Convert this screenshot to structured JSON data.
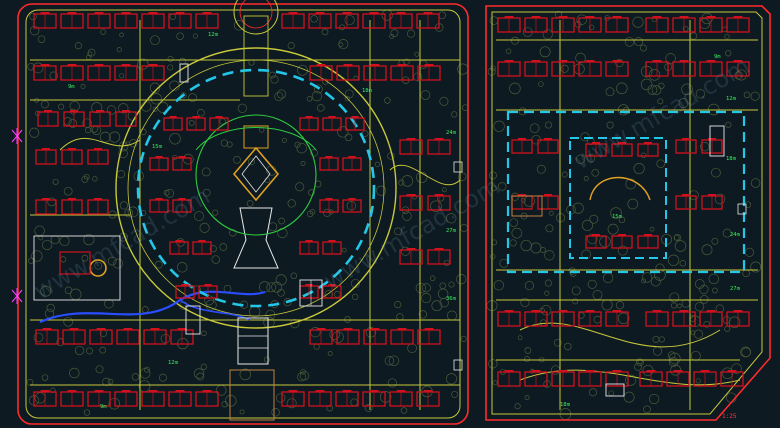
{
  "plan": {
    "scale_text": "1:25",
    "dim_labels": [
      "9m",
      "12m",
      "15m",
      "18m",
      "24m",
      "27m",
      "36m",
      "9m",
      "12m",
      "18m",
      "24m",
      "27m",
      "15m",
      "12m",
      "9m",
      "18m"
    ],
    "watermark_text": "www.mfcad.com",
    "colors": {
      "background": "#0d1a22",
      "building": "#d0121e",
      "boundary": "#ff2a2a",
      "road": "#c8c83a",
      "water": "#2a4dff",
      "circle": "#23c7e8",
      "tree": "#4a5a3a",
      "dimension": "#37f05a",
      "white": "#e8e8e8"
    }
  }
}
